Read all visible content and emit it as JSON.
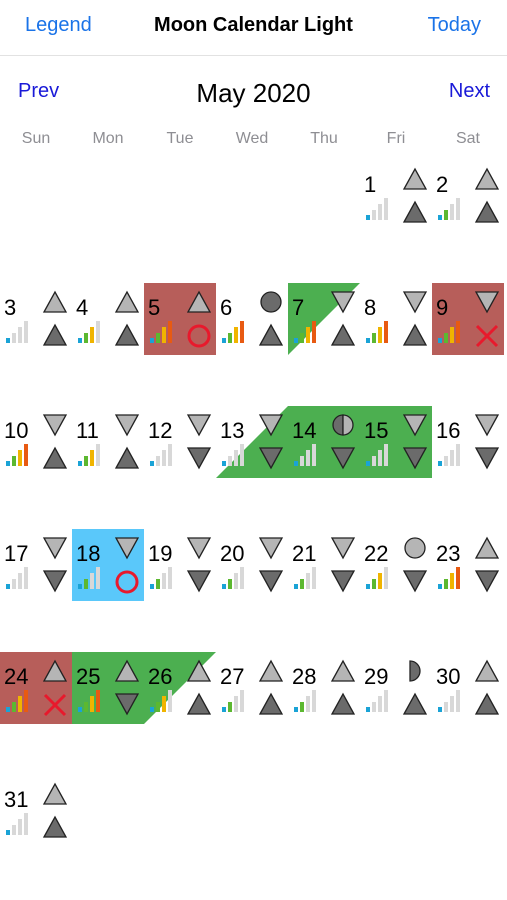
{
  "header": {
    "left_label": "Legend",
    "title": "Moon Calendar Light",
    "right_label": "Today"
  },
  "month_nav": {
    "prev_label": "Prev",
    "month_label": "May 2020",
    "next_label": "Next"
  },
  "weekdays": [
    "Sun",
    "Mon",
    "Tue",
    "Wed",
    "Thu",
    "Fri",
    "Sat"
  ],
  "colors": {
    "link": "#1a73e8",
    "red_highlight": "#b75e5a",
    "green_highlight": "#4caf50",
    "blue_highlight": "#5ac8fa",
    "mark_red": "#e8192c",
    "moon_fill_light": "#b5b5b5",
    "moon_fill_dark": "#6b6b6b"
  },
  "days": [
    {
      "day": "1",
      "top": "up",
      "bottom": "up",
      "signal": 1,
      "color": "gray"
    },
    {
      "day": "2",
      "top": "up",
      "bottom": "up",
      "signal": 2,
      "color": "colored"
    },
    {
      "day": "3",
      "top": "up",
      "bottom": "up",
      "signal": 1,
      "color": "gray"
    },
    {
      "day": "4",
      "top": "up",
      "bottom": "up",
      "signal": 3,
      "color": "colored"
    },
    {
      "day": "5",
      "top": "up",
      "bottom": "circle-red",
      "signal": 4,
      "color": "colored",
      "highlight": "red"
    },
    {
      "day": "6",
      "top": "full-moon",
      "bottom": "up",
      "signal": 4,
      "color": "colored"
    },
    {
      "day": "7",
      "top": "down",
      "bottom": "up",
      "signal": 4,
      "color": "colored",
      "highlight": "green-diag"
    },
    {
      "day": "8",
      "top": "down",
      "bottom": "up",
      "signal": 4,
      "color": "colored"
    },
    {
      "day": "9",
      "top": "down",
      "bottom": "x-red",
      "signal": 4,
      "color": "colored",
      "highlight": "red"
    },
    {
      "day": "10",
      "top": "down",
      "bottom": "up",
      "signal": 4,
      "color": "colored"
    },
    {
      "day": "11",
      "top": "down",
      "bottom": "up",
      "signal": 3,
      "color": "colored"
    },
    {
      "day": "12",
      "top": "down",
      "bottom": "down",
      "signal": 1,
      "color": "gray"
    },
    {
      "day": "13",
      "top": "down",
      "bottom": "down",
      "signal": 1,
      "color": "gray",
      "highlight": "green-band"
    },
    {
      "day": "14",
      "top": "half-moon",
      "bottom": "down",
      "signal": 1,
      "color": "gray",
      "highlight": "green"
    },
    {
      "day": "15",
      "top": "down",
      "bottom": "down",
      "signal": 1,
      "color": "gray",
      "highlight": "green"
    },
    {
      "day": "16",
      "top": "down",
      "bottom": "down",
      "signal": 1,
      "color": "gray"
    },
    {
      "day": "17",
      "top": "down",
      "bottom": "down",
      "signal": 1,
      "color": "gray"
    },
    {
      "day": "18",
      "top": "down",
      "bottom": "circle-red",
      "signal": 2,
      "color": "colored",
      "highlight": "blue"
    },
    {
      "day": "19",
      "top": "down",
      "bottom": "down",
      "signal": 2,
      "color": "colored"
    },
    {
      "day": "20",
      "top": "down",
      "bottom": "down",
      "signal": 2,
      "color": "colored"
    },
    {
      "day": "21",
      "top": "down",
      "bottom": "down",
      "signal": 2,
      "color": "colored"
    },
    {
      "day": "22",
      "top": "full-moon",
      "bottom": "down",
      "signal": 3,
      "color": "colored"
    },
    {
      "day": "23",
      "top": "up",
      "bottom": "down",
      "signal": 4,
      "color": "colored"
    },
    {
      "day": "24",
      "top": "up",
      "bottom": "x-red",
      "signal": 4,
      "color": "colored",
      "highlight": "red"
    },
    {
      "day": "25",
      "top": "up",
      "bottom": "down",
      "signal": 4,
      "color": "colored",
      "highlight": "green"
    },
    {
      "day": "26",
      "top": "up",
      "bottom": "up",
      "signal": 3,
      "color": "colored",
      "highlight": "green-diag"
    },
    {
      "day": "27",
      "top": "up",
      "bottom": "up",
      "signal": 2,
      "color": "colored"
    },
    {
      "day": "28",
      "top": "up",
      "bottom": "up",
      "signal": 2,
      "color": "colored"
    },
    {
      "day": "29",
      "top": "half-moon-right",
      "bottom": "up",
      "signal": 1,
      "color": "gray"
    },
    {
      "day": "30",
      "top": "up",
      "bottom": "up",
      "signal": 1,
      "color": "gray"
    },
    {
      "day": "31",
      "top": "up",
      "bottom": "up",
      "signal": 1,
      "color": "gray"
    }
  ]
}
